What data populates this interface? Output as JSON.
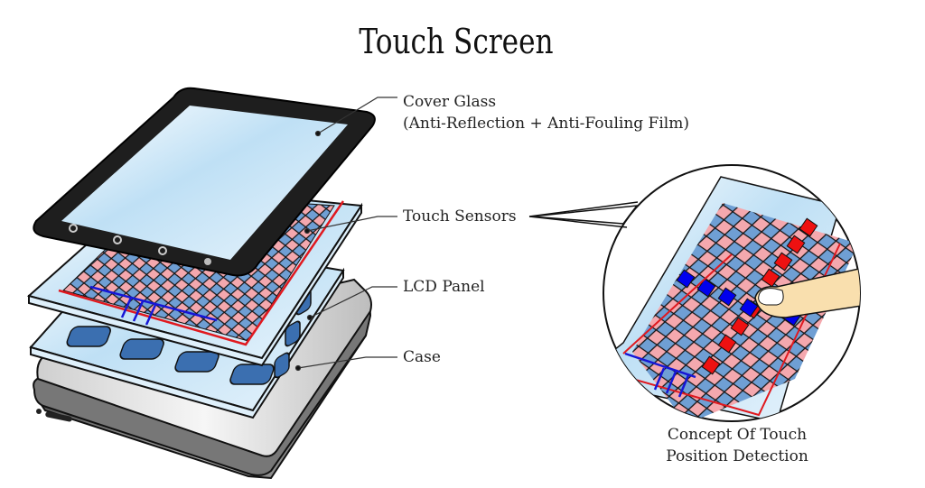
{
  "title": "Touch Screen",
  "labels": {
    "cover_glass_line1": "Cover Glass",
    "cover_glass_line2": "(Anti-Reflection + Anti-Fouling Film)",
    "touch_sensors": "Touch Sensors",
    "lcd_panel": "LCD Panel",
    "case": "Case"
  },
  "detail_caption": {
    "line1": "Concept Of Touch",
    "line2": "Position Detection"
  },
  "colors": {
    "grid_pink": "#f4a8ae",
    "grid_blue": "#6f9fd4",
    "active_red": "#ee1111",
    "active_blue": "#0000ee",
    "glass_blue": "#bfe0f5",
    "bezel": "#222222",
    "case_gray": "#9a9a9a",
    "finger": "#f9dfae"
  },
  "layers": [
    "Cover Glass",
    "Touch Sensors",
    "LCD Panel",
    "Case"
  ]
}
